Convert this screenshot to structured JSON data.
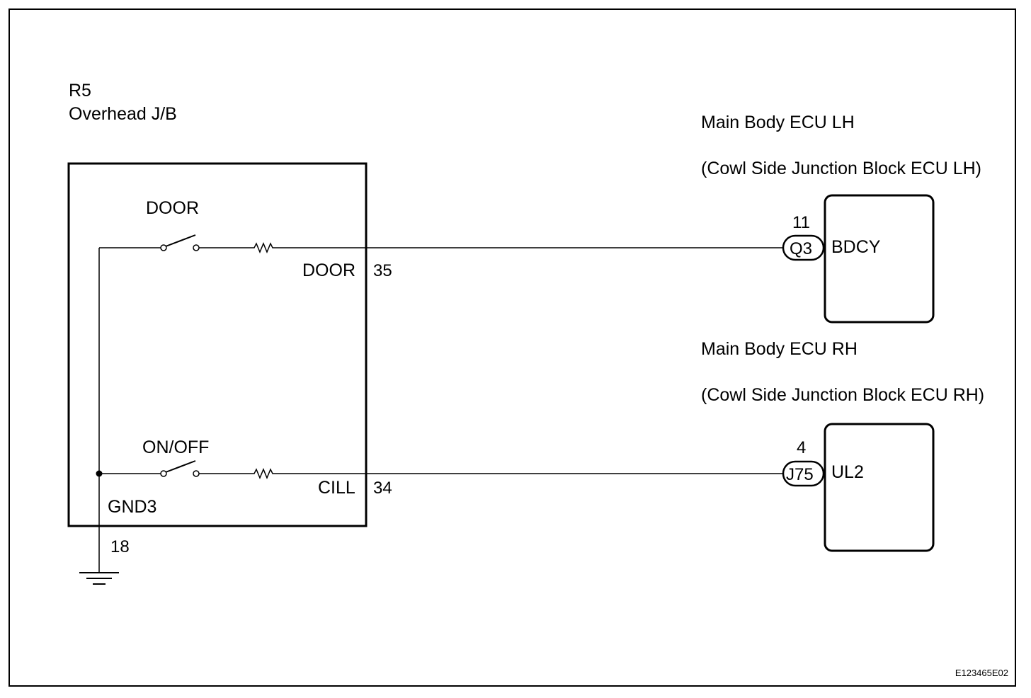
{
  "colors": {
    "line": "#000000",
    "background": "#ffffff"
  },
  "junction_block": {
    "id": "R5",
    "name": "Overhead J/B",
    "door_switch": {
      "label": "DOOR",
      "terminal_name": "DOOR",
      "pin": "35"
    },
    "onoff_switch": {
      "label": "ON/OFF",
      "terminal_name": "CILL",
      "pin": "34"
    },
    "ground": {
      "terminal_name": "GND3",
      "pin": "18"
    }
  },
  "ecu_lh": {
    "name": "Main Body ECU LH",
    "alt_name": "(Cowl Side Junction Block ECU LH)",
    "pin": "11",
    "connector": "Q3",
    "terminal": "BDCY"
  },
  "ecu_rh": {
    "name": "Main Body ECU RH",
    "alt_name": "(Cowl Side Junction Block ECU RH)",
    "pin": "4",
    "connector": "J75",
    "terminal": "UL2"
  },
  "figure_code": "E123465E02"
}
